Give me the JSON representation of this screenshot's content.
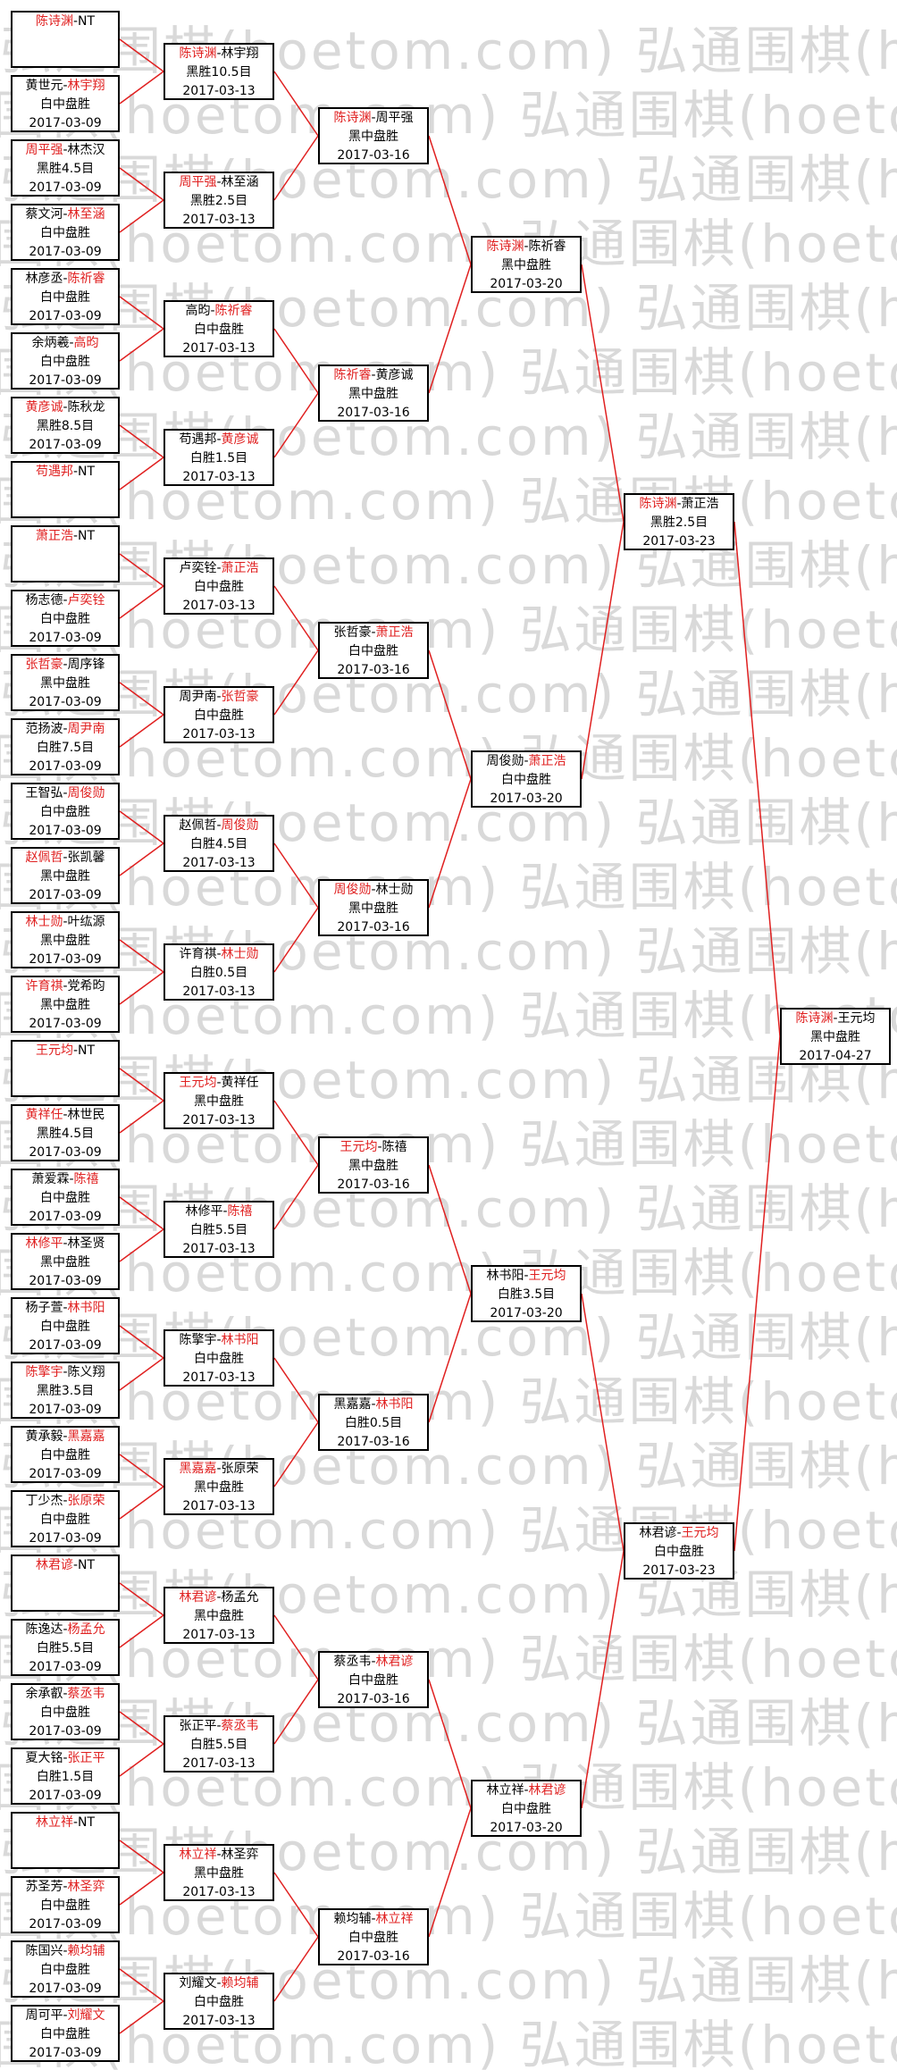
{
  "watermark": "弘通围棋(hoetom.com)",
  "colors": {
    "winner": "#e02020",
    "connector": "#e02020",
    "border": "#000000",
    "watermark": "#d9d9d9"
  },
  "rounds": [
    {
      "matches": [
        {
          "p1": "陈诗渊",
          "p2": "NT",
          "winner": 1,
          "result": "",
          "date": ""
        },
        {
          "p1": "黄世元",
          "p2": "林宇翔",
          "winner": 2,
          "result": "白中盘胜",
          "date": "2017-03-09"
        },
        {
          "p1": "周平强",
          "p2": "林杰汉",
          "winner": 1,
          "result": "黑胜4.5目",
          "date": "2017-03-09"
        },
        {
          "p1": "蔡文河",
          "p2": "林至涵",
          "winner": 2,
          "result": "白中盘胜",
          "date": "2017-03-09"
        },
        {
          "p1": "林彦丞",
          "p2": "陈祈睿",
          "winner": 2,
          "result": "白中盘胜",
          "date": "2017-03-09"
        },
        {
          "p1": "余炳羲",
          "p2": "高昀",
          "winner": 2,
          "result": "白中盘胜",
          "date": "2017-03-09"
        },
        {
          "p1": "黄彦诚",
          "p2": "陈秋龙",
          "winner": 1,
          "result": "黑胜8.5目",
          "date": "2017-03-09"
        },
        {
          "p1": "苟遇邦",
          "p2": "NT",
          "winner": 1,
          "result": "",
          "date": ""
        },
        {
          "p1": "萧正浩",
          "p2": "NT",
          "winner": 1,
          "result": "",
          "date": ""
        },
        {
          "p1": "杨志德",
          "p2": "卢奕铨",
          "winner": 2,
          "result": "白中盘胜",
          "date": "2017-03-09"
        },
        {
          "p1": "张哲豪",
          "p2": "周序锋",
          "winner": 1,
          "result": "黑中盘胜",
          "date": "2017-03-09"
        },
        {
          "p1": "范扬波",
          "p2": "周尹南",
          "winner": 2,
          "result": "白胜7.5目",
          "date": "2017-03-09"
        },
        {
          "p1": "王智弘",
          "p2": "周俊勋",
          "winner": 2,
          "result": "白中盘胜",
          "date": "2017-03-09"
        },
        {
          "p1": "赵佩哲",
          "p2": "张凯馨",
          "winner": 1,
          "result": "黑中盘胜",
          "date": "2017-03-09"
        },
        {
          "p1": "林士勋",
          "p2": "叶纮源",
          "winner": 1,
          "result": "黑中盘胜",
          "date": "2017-03-09"
        },
        {
          "p1": "许育祺",
          "p2": "党希昀",
          "winner": 1,
          "result": "黑中盘胜",
          "date": "2017-03-09"
        },
        {
          "p1": "王元均",
          "p2": "NT",
          "winner": 1,
          "result": "",
          "date": ""
        },
        {
          "p1": "黄祥任",
          "p2": "林世民",
          "winner": 1,
          "result": "黑胜4.5目",
          "date": "2017-03-09"
        },
        {
          "p1": "萧爱霖",
          "p2": "陈禧",
          "winner": 2,
          "result": "白中盘胜",
          "date": "2017-03-09"
        },
        {
          "p1": "林修平",
          "p2": "林圣贤",
          "winner": 1,
          "result": "黑中盘胜",
          "date": "2017-03-09"
        },
        {
          "p1": "杨子萱",
          "p2": "林书阳",
          "winner": 2,
          "result": "白中盘胜",
          "date": "2017-03-09"
        },
        {
          "p1": "陈擎宇",
          "p2": "陈义翔",
          "winner": 1,
          "result": "黑胜3.5目",
          "date": "2017-03-09"
        },
        {
          "p1": "黄承毅",
          "p2": "黑嘉嘉",
          "winner": 2,
          "result": "白中盘胜",
          "date": "2017-03-09"
        },
        {
          "p1": "丁少杰",
          "p2": "张原荣",
          "winner": 2,
          "result": "白中盘胜",
          "date": "2017-03-09"
        },
        {
          "p1": "林君谚",
          "p2": "NT",
          "winner": 1,
          "result": "",
          "date": ""
        },
        {
          "p1": "陈逸达",
          "p2": "杨孟允",
          "winner": 2,
          "result": "白胜5.5目",
          "date": "2017-03-09"
        },
        {
          "p1": "余承叡",
          "p2": "蔡丞韦",
          "winner": 2,
          "result": "白中盘胜",
          "date": "2017-03-09"
        },
        {
          "p1": "夏大铭",
          "p2": "张正平",
          "winner": 2,
          "result": "白胜1.5目",
          "date": "2017-03-09"
        },
        {
          "p1": "林立祥",
          "p2": "NT",
          "winner": 1,
          "result": "",
          "date": ""
        },
        {
          "p1": "苏圣芳",
          "p2": "林圣弈",
          "winner": 2,
          "result": "白中盘胜",
          "date": "2017-03-09"
        },
        {
          "p1": "陈国兴",
          "p2": "赖均辅",
          "winner": 2,
          "result": "白中盘胜",
          "date": "2017-03-09"
        },
        {
          "p1": "周可平",
          "p2": "刘耀文",
          "winner": 2,
          "result": "白中盘胜",
          "date": "2017-03-09"
        }
      ]
    },
    {
      "matches": [
        {
          "p1": "陈诗渊",
          "p2": "林宇翔",
          "winner": 1,
          "result": "黑胜10.5目",
          "date": "2017-03-13"
        },
        {
          "p1": "周平强",
          "p2": "林至涵",
          "winner": 1,
          "result": "黑胜2.5目",
          "date": "2017-03-13"
        },
        {
          "p1": "高昀",
          "p2": "陈祈睿",
          "winner": 2,
          "result": "白中盘胜",
          "date": "2017-03-13"
        },
        {
          "p1": "苟遇邦",
          "p2": "黄彦诚",
          "winner": 2,
          "result": "白胜1.5目",
          "date": "2017-03-13"
        },
        {
          "p1": "卢奕铨",
          "p2": "萧正浩",
          "winner": 2,
          "result": "白中盘胜",
          "date": "2017-03-13"
        },
        {
          "p1": "周尹南",
          "p2": "张哲豪",
          "winner": 2,
          "result": "白中盘胜",
          "date": "2017-03-13"
        },
        {
          "p1": "赵佩哲",
          "p2": "周俊勋",
          "winner": 2,
          "result": "白胜4.5目",
          "date": "2017-03-13"
        },
        {
          "p1": "许育祺",
          "p2": "林士勋",
          "winner": 2,
          "result": "白胜0.5目",
          "date": "2017-03-13"
        },
        {
          "p1": "王元均",
          "p2": "黄祥任",
          "winner": 1,
          "result": "黑中盘胜",
          "date": "2017-03-13"
        },
        {
          "p1": "林修平",
          "p2": "陈禧",
          "winner": 2,
          "result": "白胜5.5目",
          "date": "2017-03-13"
        },
        {
          "p1": "陈擎宇",
          "p2": "林书阳",
          "winner": 2,
          "result": "白中盘胜",
          "date": "2017-03-13"
        },
        {
          "p1": "黑嘉嘉",
          "p2": "张原荣",
          "winner": 1,
          "result": "黑中盘胜",
          "date": "2017-03-13"
        },
        {
          "p1": "林君谚",
          "p2": "杨孟允",
          "winner": 1,
          "result": "黑中盘胜",
          "date": "2017-03-13"
        },
        {
          "p1": "张正平",
          "p2": "蔡丞韦",
          "winner": 2,
          "result": "白胜5.5目",
          "date": "2017-03-13"
        },
        {
          "p1": "林立祥",
          "p2": "林圣弈",
          "winner": 1,
          "result": "黑中盘胜",
          "date": "2017-03-13"
        },
        {
          "p1": "刘耀文",
          "p2": "赖均辅",
          "winner": 2,
          "result": "白中盘胜",
          "date": "2017-03-13"
        }
      ]
    },
    {
      "matches": [
        {
          "p1": "陈诗渊",
          "p2": "周平强",
          "winner": 1,
          "result": "黑中盘胜",
          "date": "2017-03-16"
        },
        {
          "p1": "陈祈睿",
          "p2": "黄彦诚",
          "winner": 1,
          "result": "黑中盘胜",
          "date": "2017-03-16"
        },
        {
          "p1": "张哲豪",
          "p2": "萧正浩",
          "winner": 2,
          "result": "白中盘胜",
          "date": "2017-03-16"
        },
        {
          "p1": "周俊勋",
          "p2": "林士勋",
          "winner": 1,
          "result": "黑中盘胜",
          "date": "2017-03-16"
        },
        {
          "p1": "王元均",
          "p2": "陈禧",
          "winner": 1,
          "result": "黑中盘胜",
          "date": "2017-03-16"
        },
        {
          "p1": "黑嘉嘉",
          "p2": "林书阳",
          "winner": 2,
          "result": "白胜0.5目",
          "date": "2017-03-16"
        },
        {
          "p1": "蔡丞韦",
          "p2": "林君谚",
          "winner": 2,
          "result": "白中盘胜",
          "date": "2017-03-16"
        },
        {
          "p1": "赖均辅",
          "p2": "林立祥",
          "winner": 2,
          "result": "白中盘胜",
          "date": "2017-03-16"
        }
      ]
    },
    {
      "matches": [
        {
          "p1": "陈诗渊",
          "p2": "陈祈睿",
          "winner": 1,
          "result": "黑中盘胜",
          "date": "2017-03-20"
        },
        {
          "p1": "周俊勋",
          "p2": "萧正浩",
          "winner": 2,
          "result": "白中盘胜",
          "date": "2017-03-20"
        },
        {
          "p1": "林书阳",
          "p2": "王元均",
          "winner": 2,
          "result": "白胜3.5目",
          "date": "2017-03-20"
        },
        {
          "p1": "林立祥",
          "p2": "林君谚",
          "winner": 2,
          "result": "白中盘胜",
          "date": "2017-03-20"
        }
      ]
    },
    {
      "matches": [
        {
          "p1": "陈诗渊",
          "p2": "萧正浩",
          "winner": 1,
          "result": "黑胜2.5目",
          "date": "2017-03-23"
        },
        {
          "p1": "林君谚",
          "p2": "王元均",
          "winner": 2,
          "result": "白中盘胜",
          "date": "2017-03-23"
        }
      ]
    },
    {
      "matches": [
        {
          "p1": "陈诗渊",
          "p2": "王元均",
          "winner": 1,
          "result": "黑中盘胜",
          "date": "2017-04-27"
        }
      ]
    }
  ]
}
